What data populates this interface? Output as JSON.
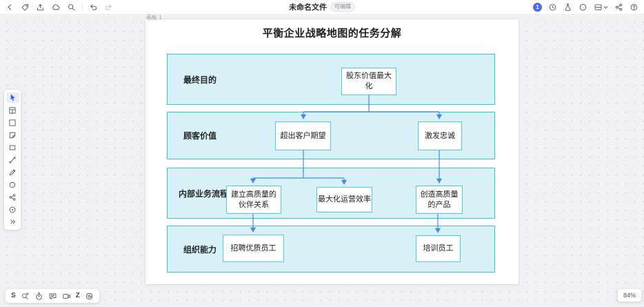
{
  "topbar": {
    "title": "未命名文件",
    "badge": "可编辑",
    "avatar": "1",
    "left_icons": [
      "back-icon",
      "tag-icon",
      "upload-icon",
      "cloud-icon",
      "search-icon",
      "undo-icon",
      "redo-icon"
    ],
    "right_icons": [
      "history-icon",
      "flask-icon",
      "circle-icon",
      "layout-icon",
      "caret-down-icon",
      "share-icon",
      "help-icon"
    ]
  },
  "left_toolbar": {
    "items": [
      "select-tool",
      "table-tool",
      "frame-tool",
      "sticky-note-tool",
      "shape-tool",
      "line-tool",
      "pencil-tool",
      "ellipse-tool",
      "connector-tool",
      "more-tools",
      "expand-toolbar"
    ]
  },
  "bottom_toolbar": {
    "items": [
      "logo-s",
      "ai-search",
      "timer",
      "comment",
      "video",
      "z-tool",
      "mention"
    ],
    "s_label": "S",
    "z_label": "Z"
  },
  "statusbar": {
    "zoom_level": "84%"
  },
  "canvas": {
    "artboard_label": "画板 1"
  },
  "diagram": {
    "title": "平衡企业战略地图的任务分解",
    "rows": [
      {
        "label": "最终目的"
      },
      {
        "label": "顾客价值"
      },
      {
        "label": "内部业务流程"
      },
      {
        "label": "组织能力"
      }
    ],
    "boxes": {
      "shareholder": "股东价值最大化",
      "exceed": "超出客户期望",
      "loyalty": "激发忠诚",
      "partnership": "建立高质量的伙伴关系",
      "efficiency": "最大化运营效率",
      "product": "创造高质量的产品",
      "recruit": "招聘优质员工",
      "train": "培训员工"
    },
    "edges": [
      {
        "from": "shareholder",
        "to": "exceed"
      },
      {
        "from": "shareholder",
        "to": "loyalty"
      },
      {
        "from": "exceed",
        "to": "partnership"
      },
      {
        "from": "exceed",
        "to": "efficiency"
      },
      {
        "from": "loyalty",
        "to": "product"
      },
      {
        "from": "partnership",
        "to": "recruit"
      },
      {
        "from": "product",
        "to": "train"
      }
    ],
    "colors": {
      "band_fill": "#d7f1f6",
      "band_border": "#38c4d8",
      "box_border": "#4ecadf",
      "connector": "#4a89e8"
    }
  }
}
